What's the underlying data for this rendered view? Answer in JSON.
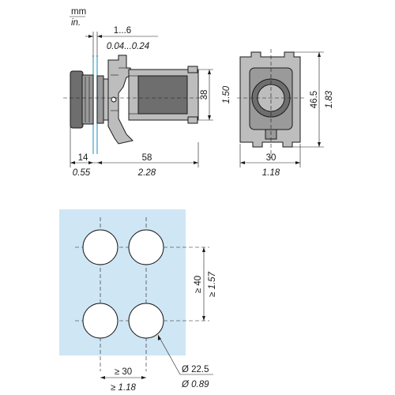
{
  "units": {
    "metric": "mm",
    "imperial": "in."
  },
  "side_view": {
    "panel_range_mm": "1...6",
    "panel_range_in": "0.04...0.24",
    "head_depth_mm": "14",
    "head_depth_in": "0.55",
    "body_depth_mm": "58",
    "body_depth_in": "2.28",
    "height_mm": "38",
    "height_in": "1.50"
  },
  "front_view": {
    "width_mm": "30",
    "width_in": "1.18",
    "height_mm": "46.5",
    "height_in": "1.83"
  },
  "cutout": {
    "vertical_spacing_mm": "≥ 40",
    "vertical_spacing_in": "≥ 1.57",
    "horizontal_spacing_mm": "≥ 30",
    "horizontal_spacing_in": "≥ 1.18",
    "hole_diameter_mm": "Ø 22.5",
    "hole_diameter_in": "Ø 0.89"
  }
}
